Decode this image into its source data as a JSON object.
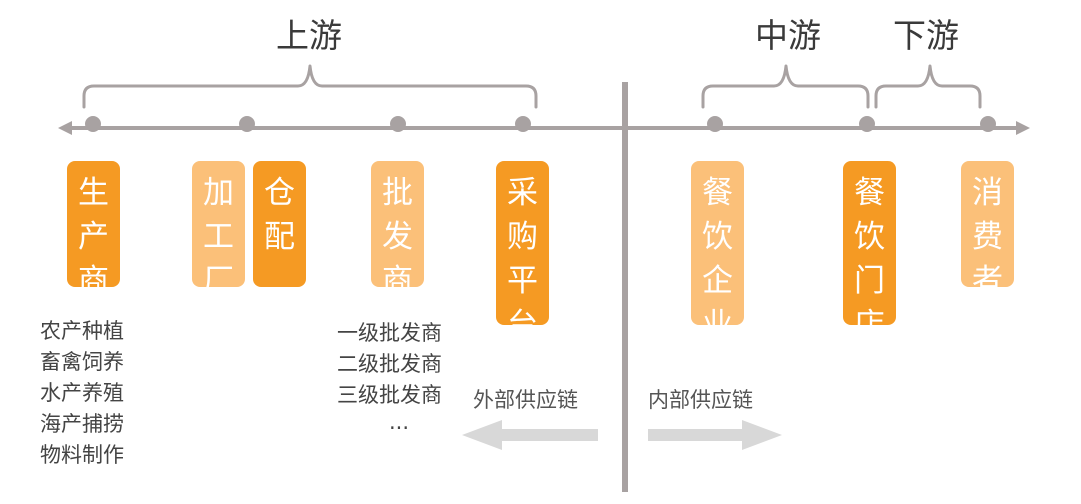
{
  "sections": {
    "upstream": "上游",
    "midstream": "中游",
    "downstream": "下游"
  },
  "boxes": {
    "producer": "生产商",
    "processing_plant": "加工厂",
    "warehouse": "仓配",
    "wholesaler": "批发商",
    "procurement_platform": "采购平台",
    "restaurant_enterprise": "餐饮企业",
    "restaurant_store": "餐饮门店",
    "consumer": "消费者"
  },
  "producer_notes": [
    "农产种植",
    "畜禽饲养",
    "水产养殖",
    "海产捕捞",
    "物料制作"
  ],
  "wholesaler_notes": [
    "一级批发商",
    "二级批发商",
    "三级批发商",
    "..."
  ],
  "chains": {
    "external": "外部供应链",
    "internal": "内部供应链"
  },
  "colors": {
    "box_dark": "#f59a23",
    "box_light": "#fbc079",
    "axis": "#a8a2a2",
    "arrow": "#d8d8d8"
  }
}
